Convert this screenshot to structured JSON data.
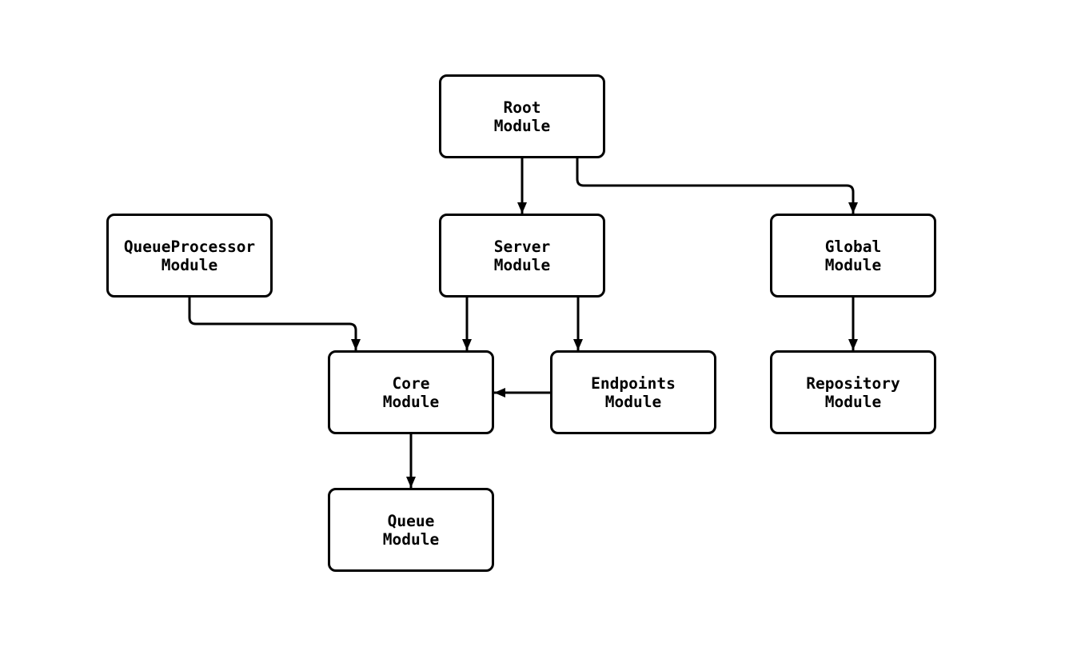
{
  "diagram": {
    "type": "flowchart",
    "description": "Module dependency graph",
    "nodes": {
      "root": {
        "line1": "Root",
        "line2": "Module"
      },
      "queueProcessor": {
        "line1": "QueueProcessor",
        "line2": "Module"
      },
      "server": {
        "line1": "Server",
        "line2": "Module"
      },
      "global": {
        "line1": "Global",
        "line2": "Module"
      },
      "core": {
        "line1": "Core",
        "line2": "Module"
      },
      "endpoints": {
        "line1": "Endpoints",
        "line2": "Module"
      },
      "repository": {
        "line1": "Repository",
        "line2": "Module"
      },
      "queue": {
        "line1": "Queue",
        "line2": "Module"
      }
    },
    "edges": [
      {
        "from": "root",
        "to": "server"
      },
      {
        "from": "root",
        "to": "global"
      },
      {
        "from": "queueProcessor",
        "to": "core"
      },
      {
        "from": "server",
        "to": "core"
      },
      {
        "from": "server",
        "to": "endpoints"
      },
      {
        "from": "endpoints",
        "to": "core"
      },
      {
        "from": "global",
        "to": "repository"
      },
      {
        "from": "core",
        "to": "queue"
      }
    ],
    "colors": {
      "background": "#ffffff",
      "node_fill": "#ffffff",
      "node_border": "#000000",
      "edge": "#000000",
      "text": "#000000"
    }
  }
}
